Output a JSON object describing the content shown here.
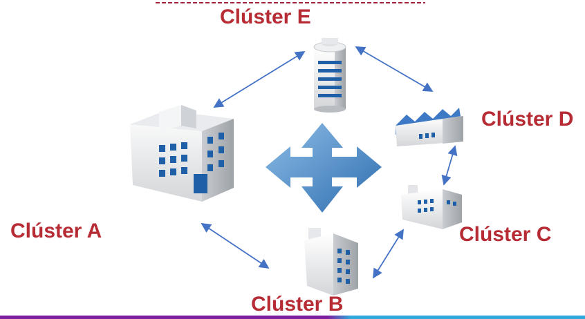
{
  "clusters": {
    "e": {
      "label": "Clúster E"
    },
    "d": {
      "label": "Clúster D"
    },
    "c": {
      "label": "Clúster C"
    },
    "a": {
      "label": "Clúster A"
    },
    "b": {
      "label": "Clúster B"
    }
  },
  "colors": {
    "label": "#b72b34",
    "arrow": "#4472c4",
    "dashed_line": "#a0243a",
    "hub_arrow_light": "#7fb2e0",
    "hub_arrow_dark": "#2f6db0",
    "bar_left": "#7b1fa2",
    "bar_right": "#2fa8e0"
  },
  "icons": {
    "hub": "four-way-arrow-icon",
    "a": "large-office-building-icon",
    "b": "tall-office-building-icon",
    "c": "small-factory-building-icon",
    "d": "factory-icon",
    "e": "cylindrical-tower-icon"
  }
}
